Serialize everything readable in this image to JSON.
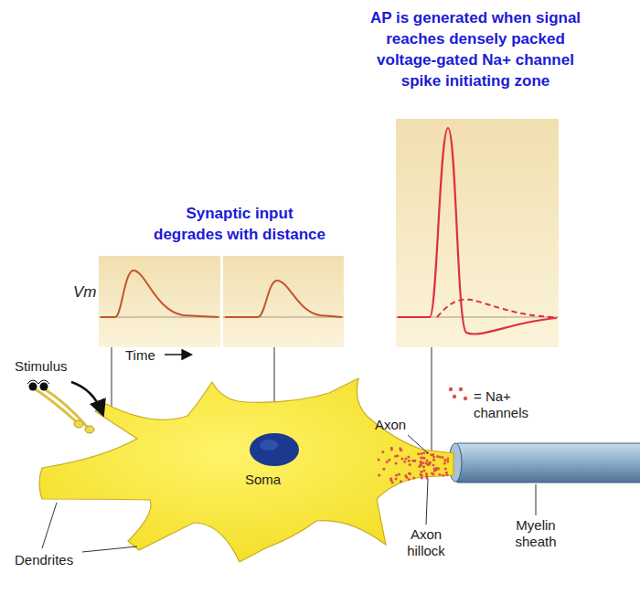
{
  "diagram": {
    "labels": [
      "AP is generated when signal reaches densely packed voltage-gated Na+ channel spike initiating zone",
      "Synaptic input degrades with distance",
      "Vm",
      "Time",
      "Stimulus",
      "Soma",
      "Axon",
      "= Na+ channels",
      "Dendrites",
      "Axon hillock",
      "Myelin sheath"
    ]
  }
}
